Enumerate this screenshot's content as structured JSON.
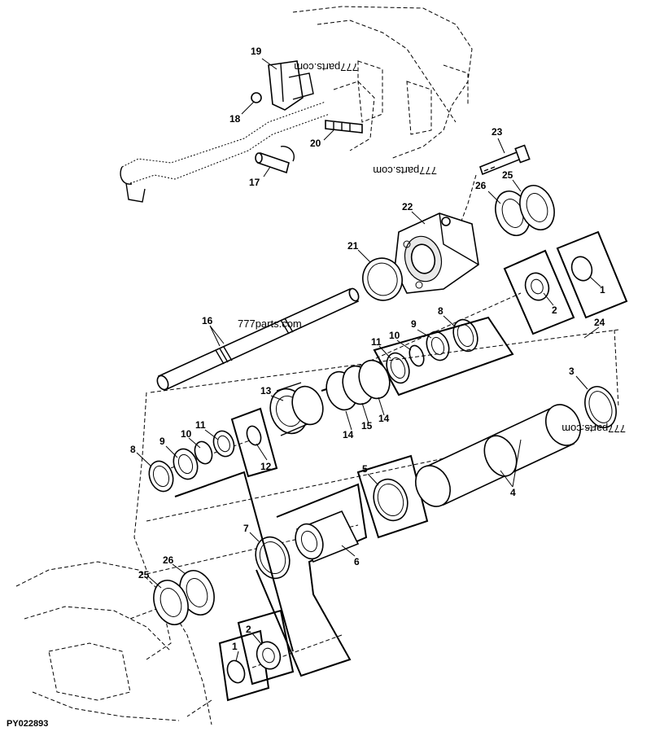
{
  "figure_code": "PY022893",
  "watermarks": [
    "777parts.com",
    "777parts.com",
    "777parts.com",
    "777parts.com"
  ],
  "callouts": [
    "19",
    "18",
    "20",
    "17",
    "23",
    "25",
    "26",
    "22",
    "21",
    "1",
    "2",
    "24",
    "16",
    "8",
    "9",
    "10",
    "11",
    "3",
    "13",
    "14",
    "15",
    "14",
    "8",
    "9",
    "10",
    "11",
    "12",
    "5",
    "4",
    "7",
    "6",
    "26",
    "25",
    "2",
    "1"
  ]
}
